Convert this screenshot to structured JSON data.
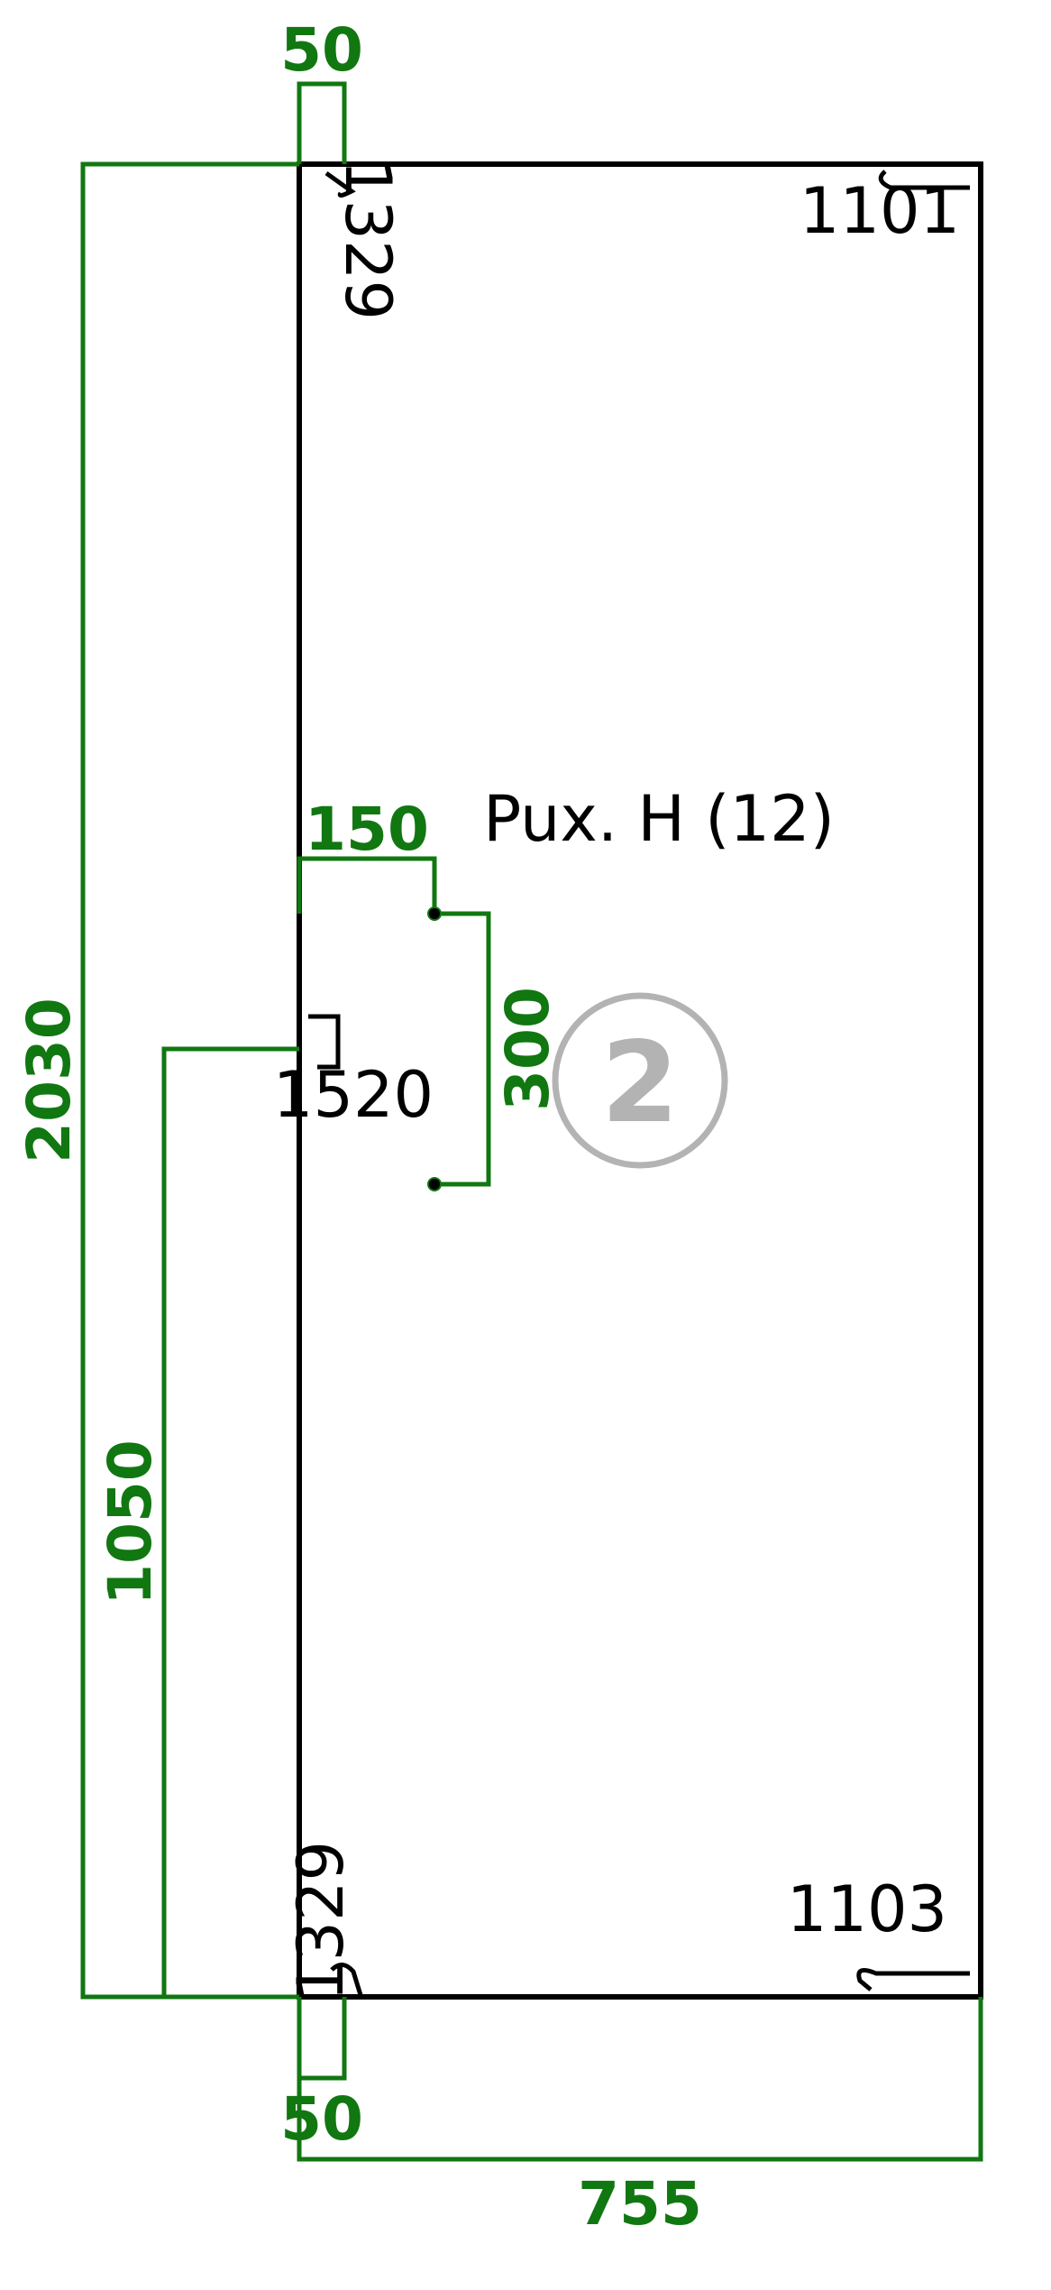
{
  "panel": {
    "title": "Pux. H (12)",
    "badge": "2",
    "accent_color": "#117711",
    "outline_color": "#000000",
    "badge_color": "#b3b3b3"
  },
  "dimensions": {
    "height_total": "2030",
    "width_total": "755",
    "top_offset": "50",
    "bottom_offset": "50",
    "hinge_offset_x": "150",
    "hinge_spacing": "300",
    "handle_height": "1050"
  },
  "edge_codes": {
    "top_left": "1329",
    "top_right": "1101",
    "bottom_left": "1329",
    "bottom_right": "1103",
    "middle_left": "1520"
  }
}
